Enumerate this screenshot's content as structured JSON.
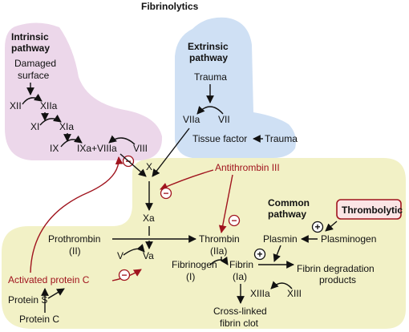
{
  "title": "Fibrinolytics",
  "colors": {
    "intrinsic_bg": "#ecd7ea",
    "extrinsic_bg": "#cfe0f4",
    "common_bg": "#f2f1c6",
    "accent_red": "#a0141e",
    "thrombolytic_box": "#fbe5e5"
  },
  "intrinsic": {
    "heading_1": "Intrinsic",
    "heading_2": "pathway",
    "damaged_1": "Damaged",
    "damaged_2": "surface",
    "xii": "XII",
    "xiia": "XIIa",
    "xi": "XI",
    "xia": "XIa",
    "ix": "IX",
    "ixa_viiia": "IXa+VIIIa",
    "viii": "VIII"
  },
  "extrinsic": {
    "heading_1": "Extrinsic",
    "heading_2": "pathway",
    "trauma_top": "Trauma",
    "viia": "VIIa",
    "vii": "VII",
    "tissue_factor": "Tissue factor",
    "trauma_right": "Trauma"
  },
  "common": {
    "heading_1": "Common",
    "heading_2": "pathway",
    "x": "X",
    "xa": "Xa",
    "antithrombin": "Antithrombin III",
    "prothrombin_1": "Prothrombin",
    "prothrombin_2": "(II)",
    "thrombin_1": "Thrombin",
    "thrombin_2": "(IIa)",
    "v": "V",
    "va": "Va",
    "fibrinogen_1": "Fibrinogen",
    "fibrinogen_2": "(I)",
    "fibrin_1": "Fibrin",
    "fibrin_2": "(Ia)",
    "xiiia": "XIIIa",
    "xiii": "XIII",
    "crosslinked_1": "Cross-linked",
    "crosslinked_2": "fibrin clot",
    "plasmin": "Plasmin",
    "plasminogen": "Plasminogen",
    "fdp_1": "Fibrin degradation",
    "fdp_2": "products",
    "thrombolytic": "Thrombolytic",
    "activated_protein_c": "Activated protein C",
    "protein_s": "Protein S",
    "protein_c": "Protein C"
  },
  "symbols": {
    "minus": "−",
    "plus": "+"
  }
}
